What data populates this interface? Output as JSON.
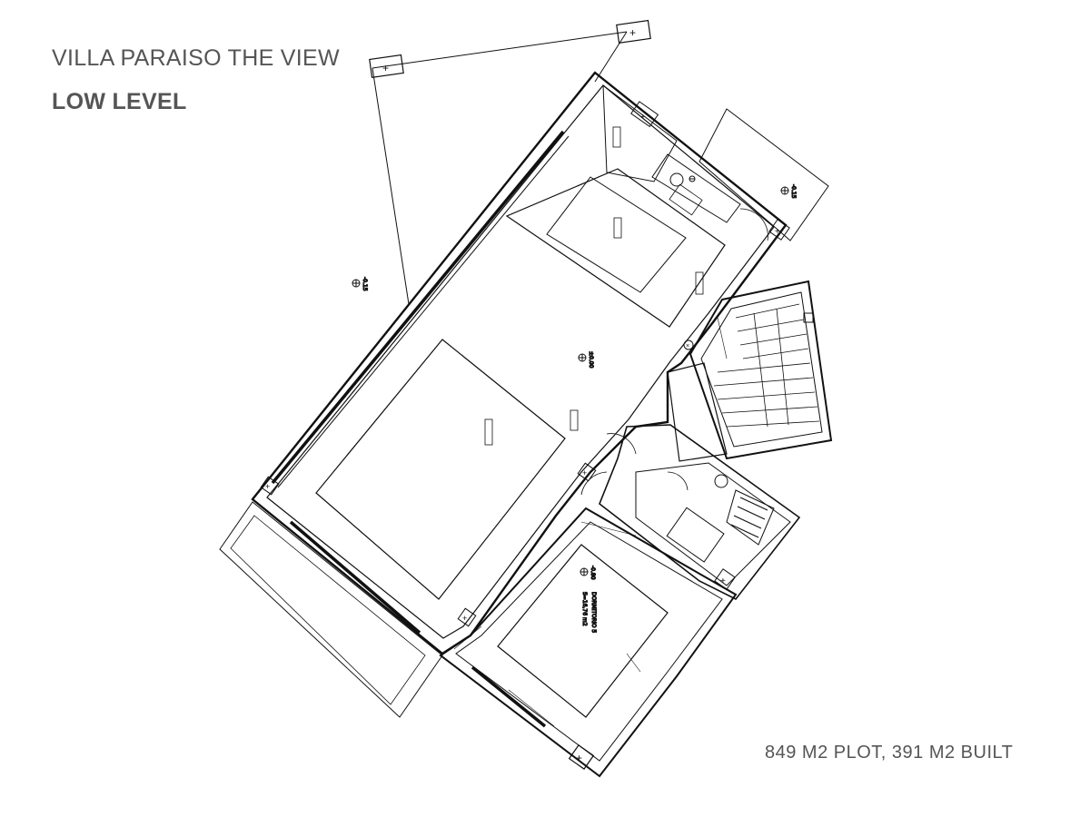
{
  "header": {
    "title": "VILLA PARAISO THE VIEW",
    "subtitle": "LOW LEVEL"
  },
  "footer": {
    "area_summary": "849 M2 PLOT, 391 M2 BUILT"
  },
  "plan": {
    "room_labels": {
      "bedroom5_name": "DORMITORIO 5",
      "bedroom5_area": "S=16,76 m2"
    },
    "level_marks": {
      "garden_left": "-0.15",
      "terrace_right": "-0.15",
      "main_floor": "±0.00",
      "bedroom5": "-0.80"
    },
    "colors": {
      "line": "#111111",
      "text": "#555555",
      "background": "#ffffff"
    }
  }
}
